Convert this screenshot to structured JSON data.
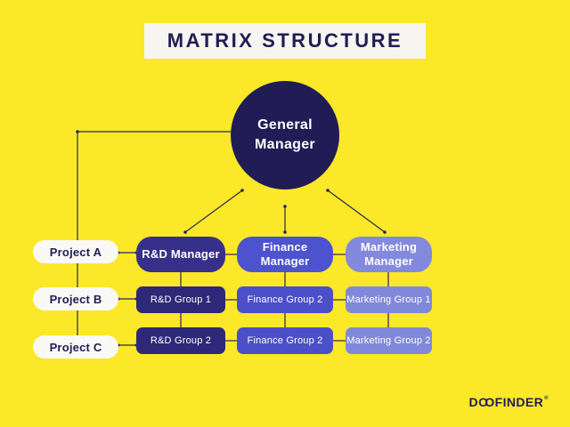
{
  "title": "MATRIX STRUCTURE",
  "root": {
    "label": "General Manager"
  },
  "projects": [
    {
      "label": "Project A"
    },
    {
      "label": "Project B"
    },
    {
      "label": "Project C"
    }
  ],
  "columns": [
    {
      "name": "rnd",
      "manager": "R&D Manager",
      "groups": [
        "R&D Group 1",
        "R&D Group 2"
      ],
      "manager_color": "#37308A",
      "group_color": "#2E2878"
    },
    {
      "name": "finance",
      "manager": "Finance Manager",
      "groups": [
        "Finance Group 2",
        "Finance Group 2"
      ],
      "manager_color": "#4D52CE",
      "group_color": "#4B4FC8"
    },
    {
      "name": "marketing",
      "manager": "Marketing Manager",
      "groups": [
        "Marketing Group 1",
        "Marketing Group 2"
      ],
      "manager_color": "#8389DC",
      "group_color": "#8089D9"
    }
  ],
  "logo": {
    "d": "D",
    "o1": "O",
    "o2": "O",
    "rest": "FINDER",
    "reg": "®"
  },
  "colors": {
    "background": "#FBE829",
    "banner": "#F6F5F1",
    "circle": "#211C55",
    "title_text": "#211C55",
    "pill_bg": "#FAF9F6",
    "pill_text": "#211C55",
    "node_text": "#FFFFFF",
    "connector": "#2A2454"
  }
}
